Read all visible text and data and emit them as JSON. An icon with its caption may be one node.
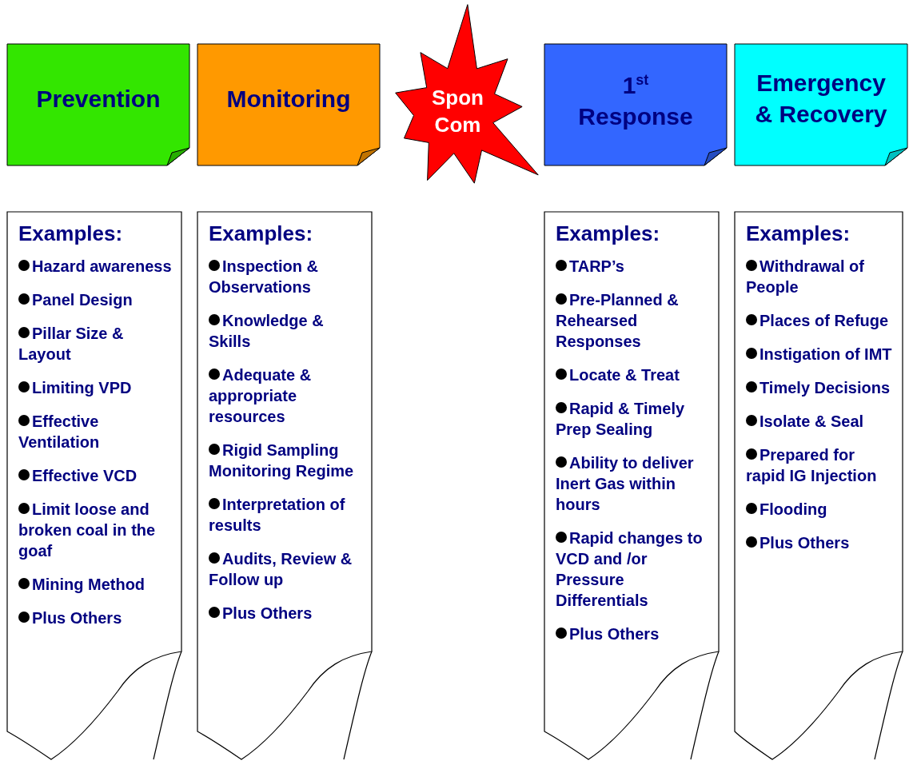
{
  "diagram": {
    "nodes": [
      {
        "text": [
          "Prevention"
        ]
      },
      {
        "text": [
          "Monitoring"
        ]
      },
      {
        "text": [
          "Spon Com"
        ]
      },
      {
        "text": [
          "1$^{st}$ Response"
        ]
      },
      {
        "text": [
          "Emergency & Recovery"
        ]
      },
      {
        "text": [
          "Examples:",
          "Hazard awareness",
          "Panel Design",
          "Pillar Size & Layout",
          "Limiting VPD",
          "Effective Ventilation",
          "Effective VCD",
          "Limit loose and broken coal in the goaf",
          "Mining Method",
          "Plus Others"
        ]
      },
      {
        "text": [
          "Examples:",
          "Inspection & Observations",
          "Knowledge & Skills",
          "Adequate & appropriate resources",
          "Rigid Sampling Monitoring Regime",
          "Interpretation of results",
          "Audits,  Review & Follow up",
          "Plus Others"
        ]
      },
      {
        "text": [
          "Examples:",
          "TARP’s",
          "Pre-Planned & Rehearsed Responses",
          "Locate & Treat",
          "Rapid & Timely Prep Sealing",
          "Ability to deliver Inert Gas within hours",
          "Rapid changes to VCD and /or Pressure Differentials",
          "Plus Others"
        ]
      },
      {
        "text": [
          "Examples:",
          "Withdrawal of People",
          "Places of Refuge",
          "Instigation of IMT",
          "Timely Decisions",
          "Isolate & Seal",
          "Prepared for rapid IG Injection",
          "Flooding",
          "Plus Others"
        ]
      }
    ],
    "edges": []
  }
}
